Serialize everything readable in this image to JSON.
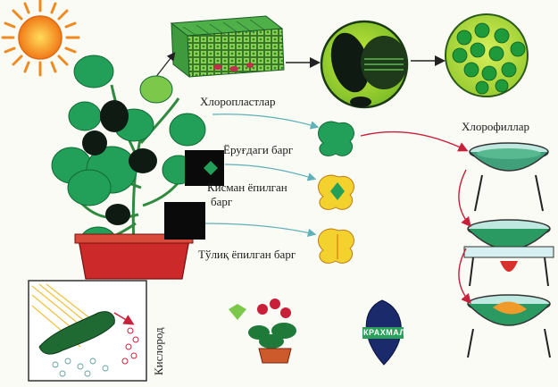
{
  "labels": {
    "chloroplasts": "Хлоропластлар",
    "chlorophylls": "Хлорофиллар",
    "lit_leaf": "Ёруғдаги барг",
    "partial_line1": "Кисман ёпилган",
    "partial_line2": "барг",
    "full_covered": "Тўлиқ ёпилган барг",
    "oxygen": "Кислород",
    "stamp": "КРАХМАЛ"
  },
  "colors": {
    "leaf_green": "#22a05a",
    "dark_leaf": "#0e1a12",
    "pot_red": "#cc2a2a",
    "sun_orange": "#f08a1e",
    "arrow_red": "#c8203a",
    "arrow_teal": "#5fb0b8",
    "yellow_leaf": "#f4d22e"
  }
}
